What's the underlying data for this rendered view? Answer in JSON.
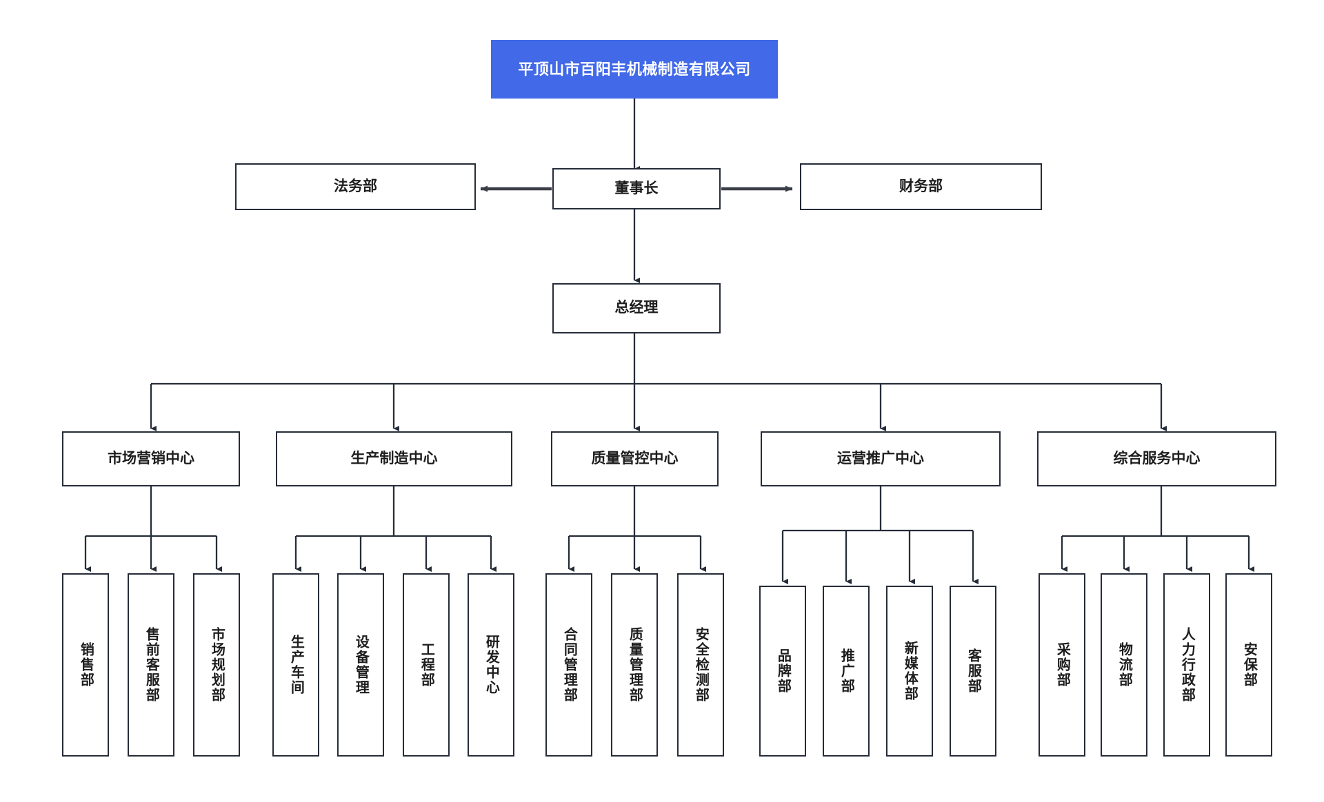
{
  "chart_data": {
    "type": "diagram",
    "diagram_kind": "organization-chart",
    "title": "平顶山市百阳丰机械制造有限公司",
    "colors": {
      "root_fill": "#4169e8",
      "root_text": "#ffffff",
      "box_border": "#252c38",
      "box_fill": "#ffffff",
      "box_text": "#1d1d1d",
      "connector": "#252c38",
      "page_background": "#ffffff"
    },
    "levels": [
      {
        "level": 1,
        "nodes": [
          "平顶山市百阳丰机械制造有限公司"
        ]
      },
      {
        "level": 2,
        "nodes": [
          "法务部",
          "董事长",
          "财务部"
        ]
      },
      {
        "level": 3,
        "nodes": [
          "总经理"
        ]
      },
      {
        "level": 4,
        "nodes": [
          "市场营销中心",
          "生产制造中心",
          "质量管控中心",
          "运营推广中心",
          "综合服务中心"
        ]
      },
      {
        "level": 5,
        "nodes": [
          "销售部",
          "售前客服部",
          "市场规划部",
          "生产车间",
          "设备管理",
          "工程部",
          "研发中心",
          "合同管理部",
          "质量管理部",
          "安全检测部",
          "品牌部",
          "推广部",
          "新媒体部",
          "客服部",
          "采购部",
          "物流部",
          "人力行政部",
          "安保部"
        ]
      }
    ],
    "edges": [
      {
        "from": "平顶山市百阳丰机械制造有限公司",
        "to": "董事长",
        "type": "arrow-down"
      },
      {
        "from": "董事长",
        "to": "法务部",
        "type": "arrow-left"
      },
      {
        "from": "董事长",
        "to": "财务部",
        "type": "arrow-right"
      },
      {
        "from": "董事长",
        "to": "总经理",
        "type": "arrow-down"
      },
      {
        "from": "总经理",
        "to": "市场营销中心",
        "type": "arrow-down"
      },
      {
        "from": "总经理",
        "to": "生产制造中心",
        "type": "arrow-down"
      },
      {
        "from": "总经理",
        "to": "质量管控中心",
        "type": "arrow-down"
      },
      {
        "from": "总经理",
        "to": "运营推广中心",
        "type": "arrow-down"
      },
      {
        "from": "总经理",
        "to": "综合服务中心",
        "type": "arrow-down"
      },
      {
        "from": "市场营销中心",
        "to": "销售部",
        "type": "arrow-down"
      },
      {
        "from": "市场营销中心",
        "to": "售前客服部",
        "type": "arrow-down"
      },
      {
        "from": "市场营销中心",
        "to": "市场规划部",
        "type": "arrow-down"
      },
      {
        "from": "生产制造中心",
        "to": "生产车间",
        "type": "arrow-down"
      },
      {
        "from": "生产制造中心",
        "to": "设备管理",
        "type": "arrow-down"
      },
      {
        "from": "生产制造中心",
        "to": "工程部",
        "type": "arrow-down"
      },
      {
        "from": "生产制造中心",
        "to": "研发中心",
        "type": "arrow-down"
      },
      {
        "from": "质量管控中心",
        "to": "合同管理部",
        "type": "arrow-down"
      },
      {
        "from": "质量管控中心",
        "to": "质量管理部",
        "type": "arrow-down"
      },
      {
        "from": "质量管控中心",
        "to": "安全检测部",
        "type": "arrow-down"
      },
      {
        "from": "运营推广中心",
        "to": "品牌部",
        "type": "arrow-down"
      },
      {
        "from": "运营推广中心",
        "to": "推广部",
        "type": "arrow-down"
      },
      {
        "from": "运营推广中心",
        "to": "新媒体部",
        "type": "arrow-down"
      },
      {
        "from": "运营推广中心",
        "to": "客服部",
        "type": "arrow-down"
      },
      {
        "from": "综合服务中心",
        "to": "采购部",
        "type": "arrow-down"
      },
      {
        "from": "综合服务中心",
        "to": "物流部",
        "type": "arrow-down"
      },
      {
        "from": "综合服务中心",
        "to": "人力行政部",
        "type": "arrow-down"
      },
      {
        "from": "综合服务中心",
        "to": "安保部",
        "type": "arrow-down"
      }
    ]
  },
  "org": {
    "company": {
      "label": "平顶山市百阳丰机械制造有限公司"
    },
    "chairman": {
      "label": "董事长"
    },
    "legal": {
      "label": "法务部"
    },
    "finance": {
      "label": "财务部"
    },
    "general_manager": {
      "label": "总经理"
    },
    "centers": [
      {
        "label": "市场营销中心",
        "children": [
          {
            "label": "销售部"
          },
          {
            "label": "售前客服部"
          },
          {
            "label": "市场规划部"
          }
        ]
      },
      {
        "label": "生产制造中心",
        "children": [
          {
            "label": "生产车间"
          },
          {
            "label": "设备管理"
          },
          {
            "label": "工程部"
          },
          {
            "label": "研发中心"
          }
        ]
      },
      {
        "label": "质量管控中心",
        "children": [
          {
            "label": "合同管理部"
          },
          {
            "label": "质量管理部"
          },
          {
            "label": "安全检测部"
          }
        ]
      },
      {
        "label": "运营推广中心",
        "children": [
          {
            "label": "品牌部"
          },
          {
            "label": "推广部"
          },
          {
            "label": "新媒体部"
          },
          {
            "label": "客服部"
          }
        ]
      },
      {
        "label": "综合服务中心",
        "children": [
          {
            "label": "采购部"
          },
          {
            "label": "物流部"
          },
          {
            "label": "人力行政部"
          },
          {
            "label": "安保部"
          }
        ]
      }
    ]
  }
}
